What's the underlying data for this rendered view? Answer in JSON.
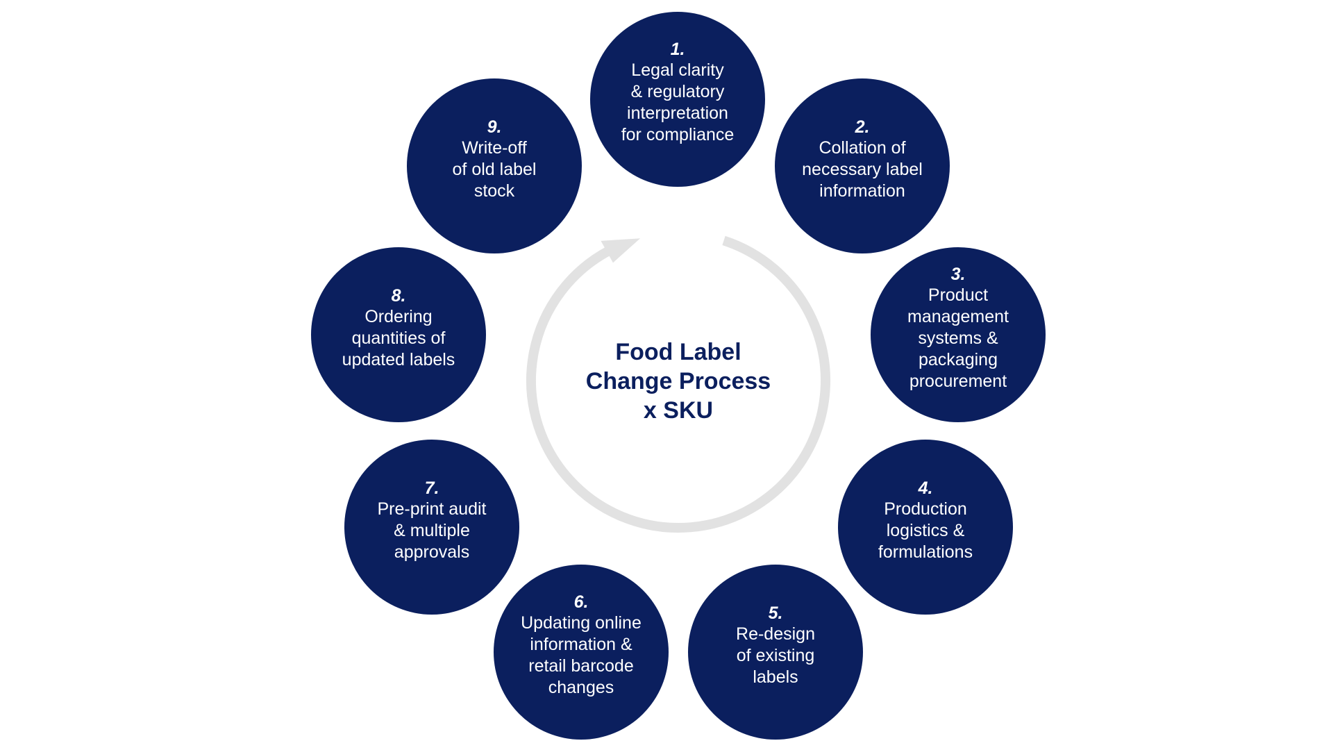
{
  "title": {
    "lines": [
      "Food Label",
      "Change Process",
      "x SKU"
    ]
  },
  "colors": {
    "circle": "#0b1f5e",
    "text": "#ffffff",
    "title": "#0b1f5e",
    "ring": "#e2e2e2"
  },
  "steps": [
    {
      "number": "1.",
      "lines": [
        "Legal clarity",
        "& regulatory",
        "interpretation",
        "for compliance"
      ]
    },
    {
      "number": "2.",
      "lines": [
        "Collation of",
        "necessary label",
        "information"
      ]
    },
    {
      "number": "3.",
      "lines": [
        "Product",
        "management",
        "systems &",
        "packaging",
        "procurement"
      ]
    },
    {
      "number": "4.",
      "lines": [
        "Production",
        "logistics &",
        "formulations"
      ]
    },
    {
      "number": "5.",
      "lines": [
        "Re-design",
        "of existing",
        "labels"
      ]
    },
    {
      "number": "6.",
      "lines": [
        "Updating online",
        "information &",
        "retail barcode",
        "changes"
      ]
    },
    {
      "number": "7.",
      "lines": [
        "Pre-print audit",
        "& multiple",
        "approvals"
      ]
    },
    {
      "number": "8.",
      "lines": [
        "Ordering",
        "quantities of",
        "updated labels"
      ]
    },
    {
      "number": "9.",
      "lines": [
        "Write-off",
        "of old label",
        "stock"
      ]
    }
  ]
}
